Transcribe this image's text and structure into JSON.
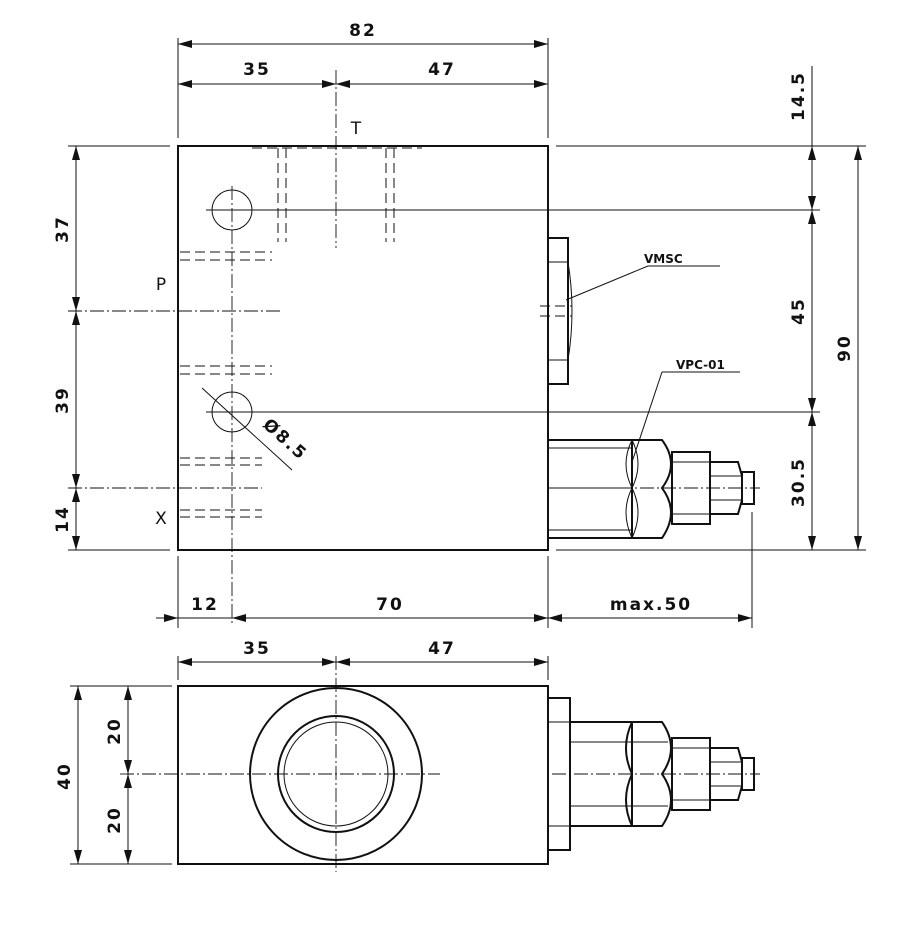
{
  "top_view": {
    "dims": {
      "overall_width": "82",
      "left_width": "35",
      "right_width": "47",
      "offset_top": "14.5",
      "height_37": "37",
      "height_39": "39",
      "height_14": "14",
      "height_45": "45",
      "height_30_5": "30.5",
      "overall_height": "90",
      "bottom_12": "12",
      "bottom_70": "70",
      "bottom_max": "max.50",
      "hole_diameter": "Ø8.5"
    },
    "ports": {
      "t": "T",
      "p": "P",
      "x": "X"
    },
    "callouts": {
      "vmsc": "VMSC",
      "vpc": "VPC-01"
    }
  },
  "bottom_view": {
    "dims": {
      "left_width": "35",
      "right_width": "47",
      "overall_height": "40",
      "upper_half": "20",
      "lower_half": "20"
    }
  }
}
